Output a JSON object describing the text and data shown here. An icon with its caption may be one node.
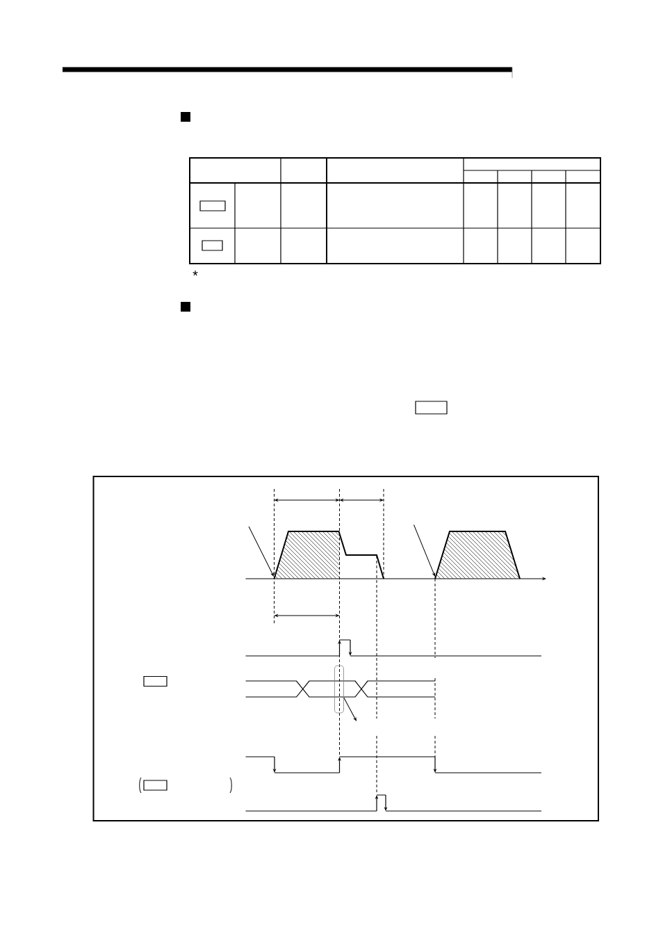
{
  "diagram": {
    "nodes": [
      {
        "text": [],
        "shape": "box"
      },
      {
        "text": [],
        "shape": "box"
      },
      {
        "text": [],
        "shape": "box"
      },
      {
        "text": [],
        "shape": "box"
      },
      {
        "text": [],
        "shape": "box"
      },
      {
        "text": [],
        "shape": "box"
      }
    ],
    "labels": [
      "*"
    ]
  }
}
